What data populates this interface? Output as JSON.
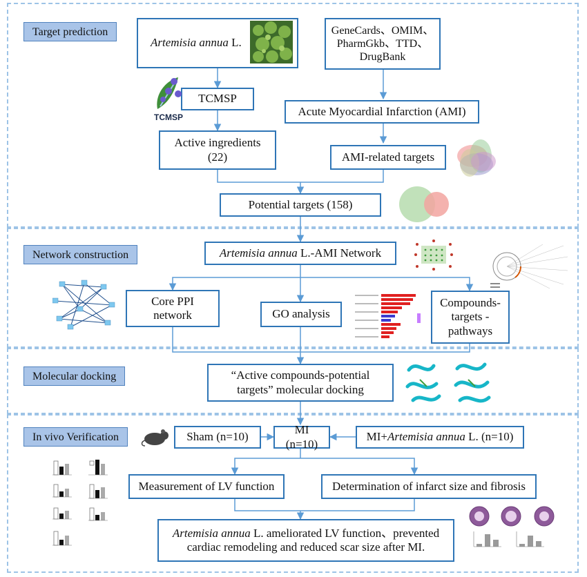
{
  "sections": {
    "target_prediction": "Target prediction",
    "network_construction": "Network construction",
    "molecular_docking": "Molecular docking",
    "in_vivo": "In vivo Verification"
  },
  "boxes": {
    "artemisia_italic": "Artemisia annua",
    "artemisia_rest": " L.",
    "databases": "GeneCards、OMIM、PharmGkb、TTD、DrugBank",
    "tcmsp": "TCMSP",
    "ami": "Acute Myocardial Infarction (AMI)",
    "active_ingredients": "Active ingredients (22)",
    "ami_targets": "AMI-related targets",
    "potential_targets": "Potential targets (158)",
    "network_italic": "Artemisia annua",
    "network_rest": " L.-AMI Network",
    "core_ppi": "Core PPI network",
    "go_analysis": "GO analysis",
    "compounds_targets": "Compounds-targets - pathways",
    "docking": "“Active compounds-potential targets” molecular docking",
    "sham": "Sham (n=10)",
    "mi": "MI (n=10)",
    "mi_art_prefix": "MI+",
    "mi_art_italic": "Artemisia annua",
    "mi_art_suffix": " L. (n=10)",
    "lv_function": "Measurement of LV function",
    "infarct": "Determination of infarct size and fibrosis",
    "conclusion_italic": "Artemisia annua",
    "conclusion_rest": " L. ameliorated LV function、prevented cardiac remodeling and reduced scar size after MI."
  },
  "logo_text": "TCMSP",
  "colors": {
    "box_border": "#2e75b6",
    "dashed": "#9dc3e6",
    "tag_fill": "#a9c4e8",
    "line": "#5b9bd5"
  }
}
